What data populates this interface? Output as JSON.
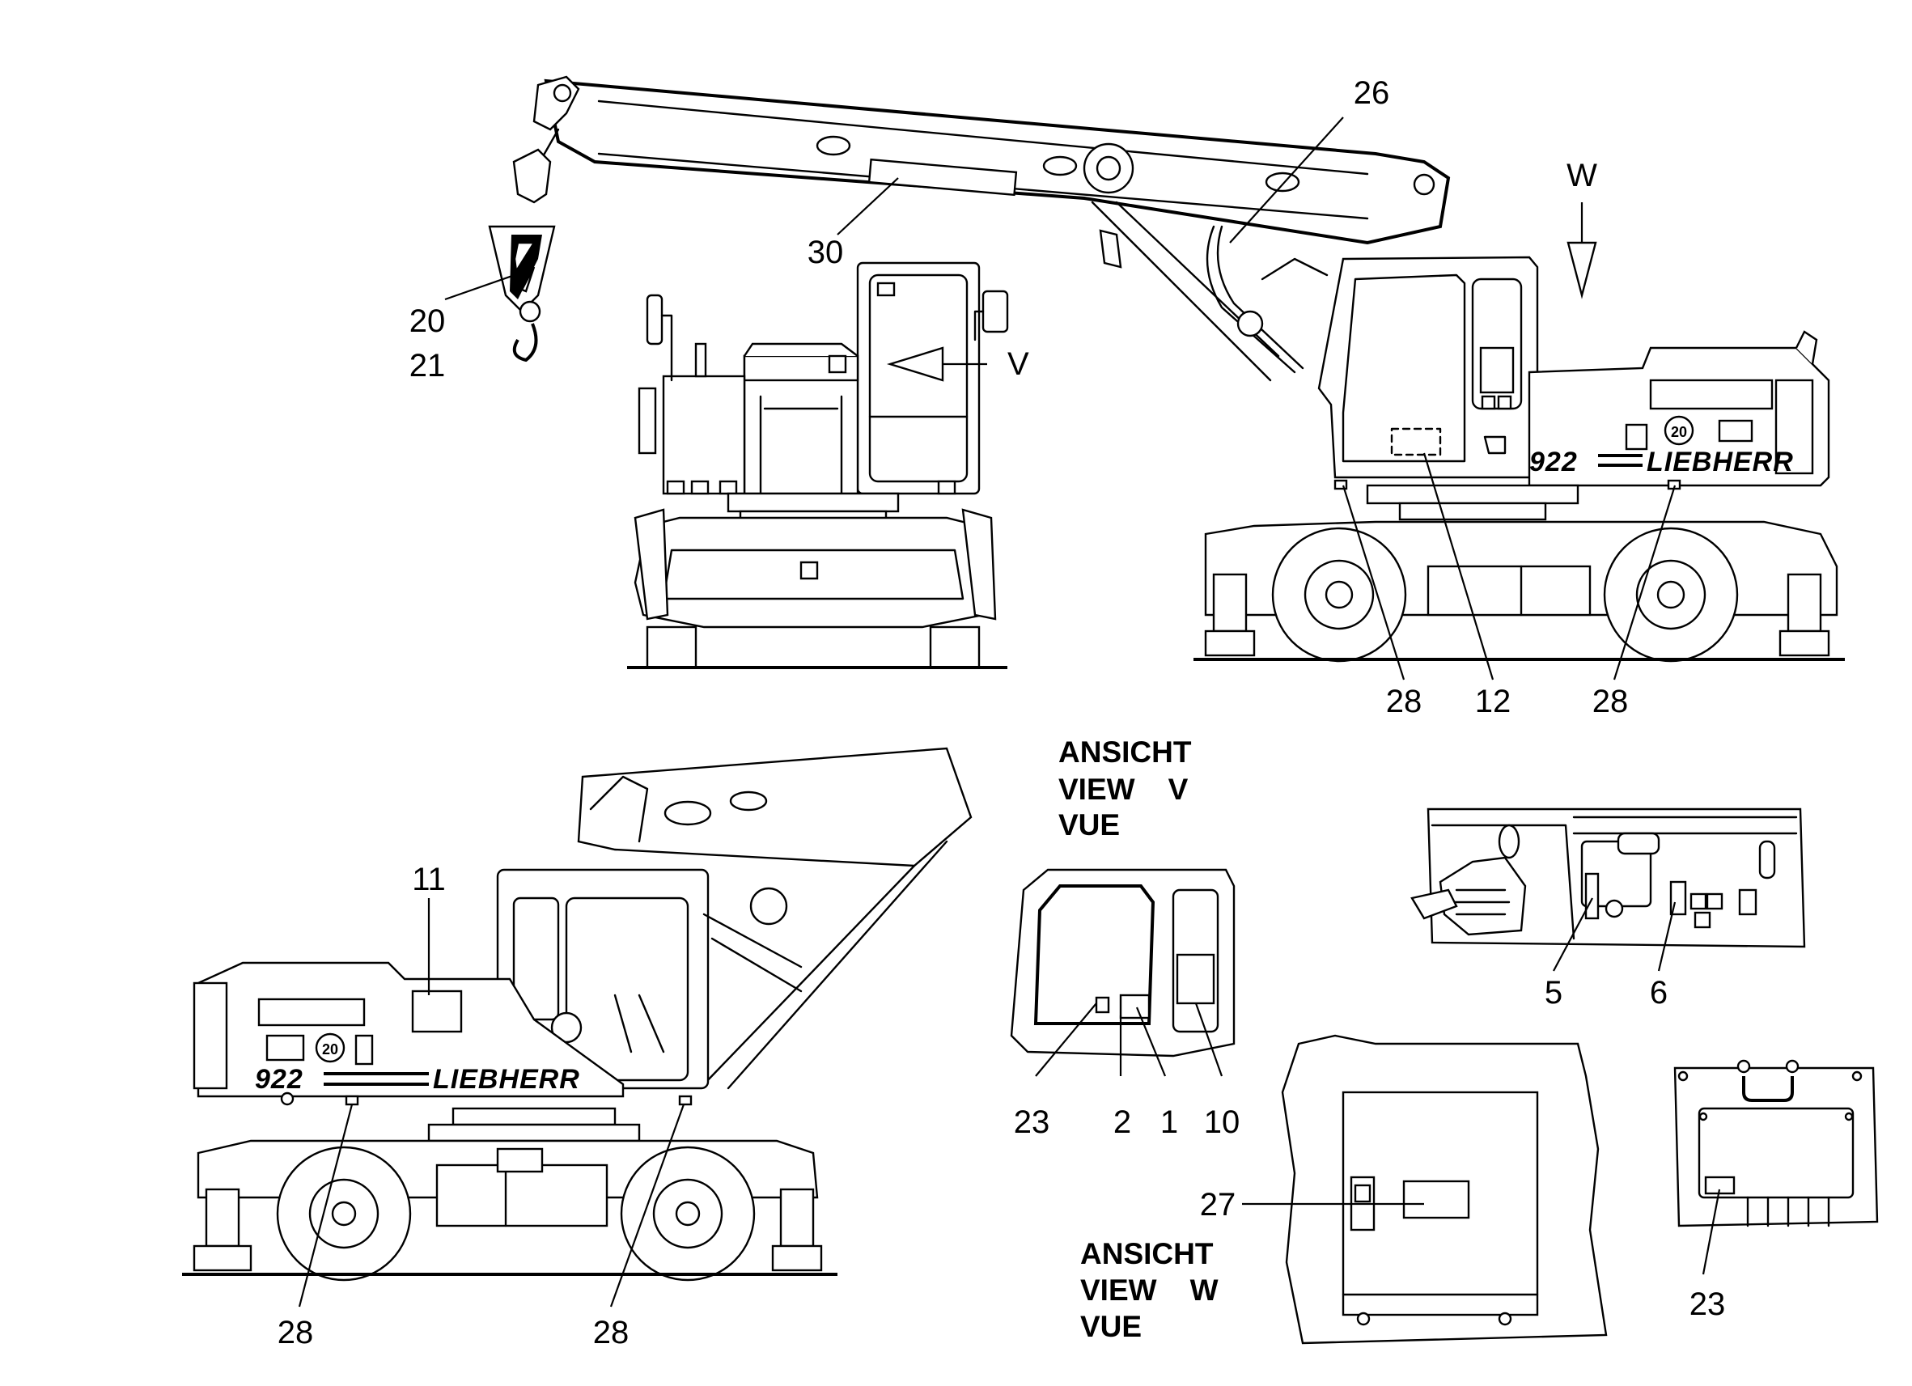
{
  "callouts": {
    "c20": "20",
    "c21": "21",
    "c30": "30",
    "c26": "26",
    "c28a": "28",
    "c12": "12",
    "c28b": "28",
    "c11": "11",
    "c28c": "28",
    "c28d": "28",
    "c23a": "23",
    "c2": "2",
    "c1": "1",
    "c10": "10",
    "c5": "5",
    "c6": "6",
    "c27": "27",
    "c23b": "23"
  },
  "arrows": {
    "view_v": "V",
    "view_w": "W"
  },
  "view_v": {
    "line1": "ANSICHT",
    "line2": "VIEW    V",
    "line3": "VUE"
  },
  "view_w": {
    "line1": "ANSICHT",
    "line2": "VIEW    W",
    "line3": "VUE"
  },
  "branding": {
    "model": "922",
    "maker": "LIEBHERR",
    "badge": "20"
  }
}
